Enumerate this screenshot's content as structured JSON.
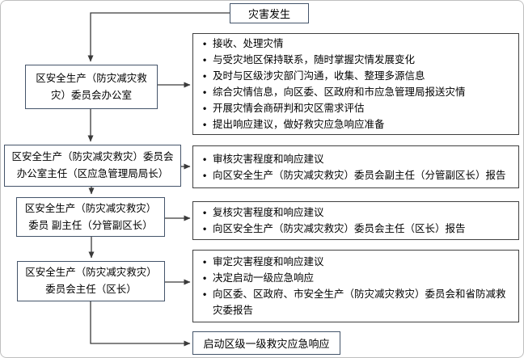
{
  "colors": {
    "actor_border": "#44546A",
    "task_border": "#404040",
    "connector": "#3a3a3a",
    "text": "#000000",
    "page_frame": "#bfbfbf"
  },
  "flow": {
    "start": {
      "label": "灾害发生"
    },
    "steps": [
      {
        "actor": "区安全生产（防灾减灾救灾）委员会办公室",
        "tasks": [
          "接收、处理灾情",
          "与受灾地区保持联系，随时掌握灾情发展变化",
          "及时与区级涉灾部门沟通，收集、整理多源信息",
          "综合灾情信息，向区委、区政府和市应急管理局报送灾情",
          "开展灾情会商研判和灾区需求评估",
          "提出响应建议，做好救灾应急响应准备"
        ]
      },
      {
        "actor": "区安全生产（防灾减灾救灾）委员会办公室主任（区应急管理局局长）",
        "tasks": [
          "审核灾害程度和响应建议",
          "向区安全生产（防灾减灾救灾）委员会副主任（分管副区长）报告"
        ]
      },
      {
        "actor": "区安全生产（防灾减灾救灾）委员 副主任（分管副区长）",
        "tasks": [
          "复核灾害程度和响应建议",
          "向区安全生产（防灾减灾救灾）委员会主任（区长）报告"
        ]
      },
      {
        "actor": "区安全生产（防灾减灾救灾）委员会主任（区长）",
        "tasks": [
          "审定灾害程度和响应建议",
          "决定启动一级应急响应",
          "向区委、区政府、市安全生产（防灾减灾救灾）委员会和省防减救灾委报告"
        ]
      }
    ],
    "end": {
      "label": "启动区级一级救灾应急响应"
    }
  }
}
